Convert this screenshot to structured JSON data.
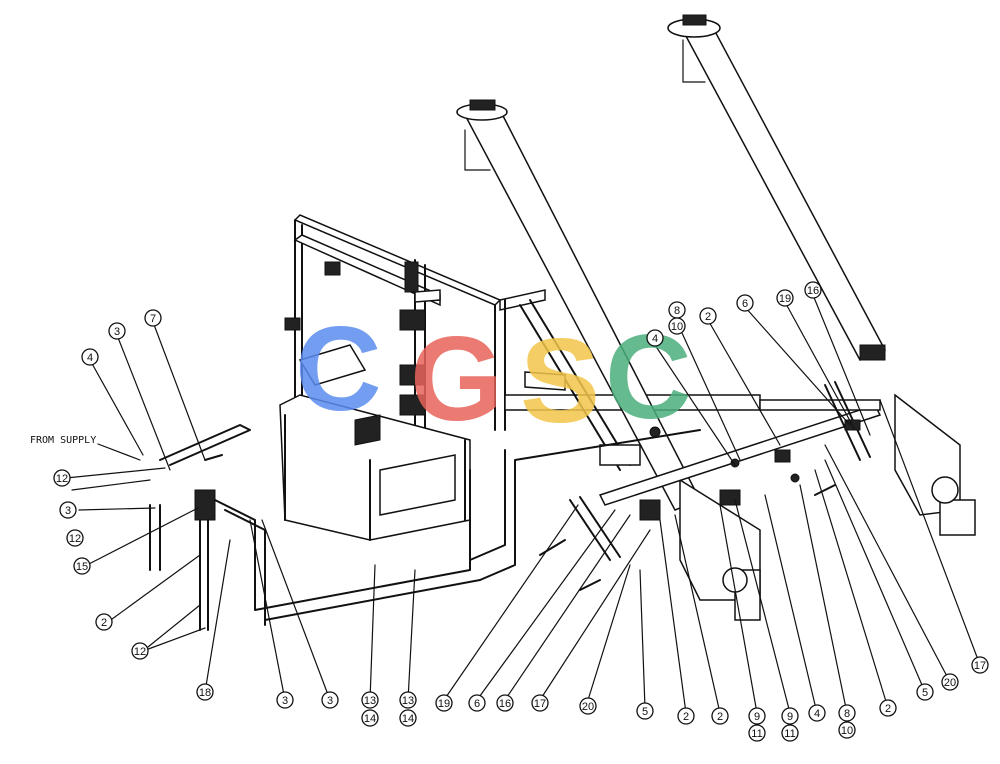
{
  "diagram": {
    "supply_label": "FROM SUPPLY",
    "callouts": [
      {
        "id": "c1",
        "text": "4"
      },
      {
        "id": "c2",
        "text": "3"
      },
      {
        "id": "c3",
        "text": "7"
      },
      {
        "id": "c4",
        "text": "12"
      },
      {
        "id": "c5",
        "text": "3"
      },
      {
        "id": "c6",
        "text": "12"
      },
      {
        "id": "c7",
        "text": "15"
      },
      {
        "id": "c8",
        "text": "2"
      },
      {
        "id": "c9",
        "text": "12"
      },
      {
        "id": "c10",
        "text": "18"
      },
      {
        "id": "c11",
        "text": "3"
      },
      {
        "id": "c12",
        "text": "3"
      },
      {
        "id": "c13",
        "text": "13"
      },
      {
        "id": "c14",
        "text": "14"
      },
      {
        "id": "c15",
        "text": "13"
      },
      {
        "id": "c16",
        "text": "14"
      },
      {
        "id": "c17",
        "text": "19"
      },
      {
        "id": "c18",
        "text": "6"
      },
      {
        "id": "c19",
        "text": "16"
      },
      {
        "id": "c20",
        "text": "17"
      },
      {
        "id": "c21",
        "text": "20"
      },
      {
        "id": "c22",
        "text": "5"
      },
      {
        "id": "c23",
        "text": "2"
      },
      {
        "id": "c24",
        "text": "2"
      },
      {
        "id": "c25",
        "text": "9"
      },
      {
        "id": "c26",
        "text": "11"
      },
      {
        "id": "c27",
        "text": "9"
      },
      {
        "id": "c28",
        "text": "11"
      },
      {
        "id": "c29",
        "text": "4"
      },
      {
        "id": "c30",
        "text": "8"
      },
      {
        "id": "c31",
        "text": "10"
      },
      {
        "id": "c32",
        "text": "2"
      },
      {
        "id": "c33",
        "text": "5"
      },
      {
        "id": "c34",
        "text": "20"
      },
      {
        "id": "c35",
        "text": "17"
      },
      {
        "id": "c36",
        "text": "8"
      },
      {
        "id": "c37",
        "text": "10"
      },
      {
        "id": "c38",
        "text": "4"
      },
      {
        "id": "c39",
        "text": "2"
      },
      {
        "id": "c40",
        "text": "6"
      },
      {
        "id": "c41",
        "text": "19"
      },
      {
        "id": "c42",
        "text": "16"
      }
    ],
    "watermark": {
      "letters": [
        "C",
        "G",
        "S",
        "C"
      ],
      "colors": [
        "#5b8def",
        "#e8635a",
        "#f3c64a",
        "#4caf7d"
      ]
    }
  }
}
